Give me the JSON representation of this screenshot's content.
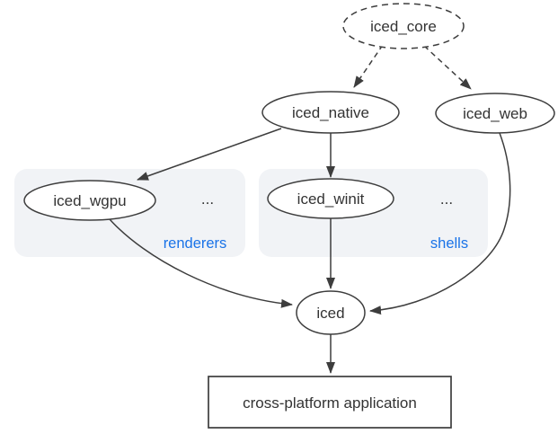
{
  "nodes": {
    "iced_core": {
      "label": "iced_core",
      "shape": "ellipse",
      "style": "dashed"
    },
    "iced_native": {
      "label": "iced_native",
      "shape": "ellipse",
      "style": "solid"
    },
    "iced_web": {
      "label": "iced_web",
      "shape": "ellipse",
      "style": "solid"
    },
    "iced_wgpu": {
      "label": "iced_wgpu",
      "shape": "ellipse",
      "style": "solid"
    },
    "iced_winit": {
      "label": "iced_winit",
      "shape": "ellipse",
      "style": "solid"
    },
    "iced": {
      "label": "iced",
      "shape": "ellipse",
      "style": "solid"
    },
    "app": {
      "label": "cross-platform application",
      "shape": "rectangle",
      "style": "solid"
    }
  },
  "groups": {
    "renderers": {
      "label": "renderers",
      "ellipsis": "..."
    },
    "shells": {
      "label": "shells",
      "ellipsis": "..."
    }
  },
  "edges": [
    {
      "from": "iced_core",
      "to": "iced_native",
      "style": "dashed"
    },
    {
      "from": "iced_core",
      "to": "iced_web",
      "style": "dashed"
    },
    {
      "from": "iced_native",
      "to": "iced_wgpu",
      "style": "solid"
    },
    {
      "from": "iced_native",
      "to": "iced_winit",
      "style": "solid"
    },
    {
      "from": "iced_wgpu",
      "to": "iced",
      "style": "solid"
    },
    {
      "from": "iced_winit",
      "to": "iced",
      "style": "solid"
    },
    {
      "from": "iced_web",
      "to": "iced",
      "style": "solid"
    },
    {
      "from": "iced",
      "to": "app",
      "style": "solid"
    }
  ],
  "colors": {
    "accent_blue": "#1a73e8",
    "line": "#3d3d3d",
    "text": "#333333",
    "group_fill": "#f1f3f6",
    "node_fill": "#ffffff",
    "background": "#ffffff"
  }
}
